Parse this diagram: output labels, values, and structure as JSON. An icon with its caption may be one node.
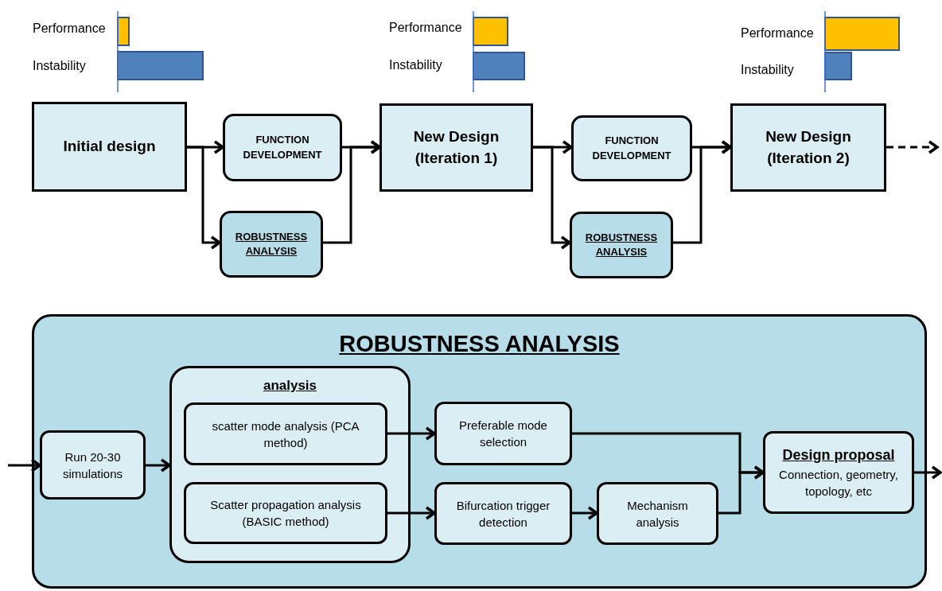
{
  "diagram": {
    "nodes": [
      {
        "text": [
          "Initial design"
        ]
      },
      {
        "text": [
          "FUNCTION DEVELOPMENT"
        ]
      },
      {
        "text": [
          "ROBUSTNESS ANALYSIS"
        ]
      },
      {
        "text": [
          "New Design (Iteration 1)"
        ]
      },
      {
        "text": [
          "FUNCTION DEVELOPMENT"
        ]
      },
      {
        "text": [
          "ROBUSTNESS ANALYSIS"
        ]
      },
      {
        "text": [
          "New Design (Iteration 2)"
        ]
      },
      {
        "text": [
          "ROBUSTNESS ANALYSIS"
        ]
      },
      {
        "text": [
          "analysis"
        ],
        "in": 7
      },
      {
        "text": [
          "scatter mode analysis (PCA method)"
        ],
        "in": 8
      },
      {
        "text": [
          "Scatter propagation analysis (BASIC method)"
        ],
        "in": 8
      },
      {
        "text": [
          "Run 20-30 simulations"
        ],
        "in": 7
      },
      {
        "text": [
          "Preferable mode selection"
        ],
        "in": 7
      },
      {
        "text": [
          "Bifurcation trigger detection"
        ],
        "in": 7
      },
      {
        "text": [
          "Mechanism analysis"
        ],
        "in": 7
      },
      {
        "text": [
          "Design proposal",
          "Connection, geometry, topology, etc"
        ],
        "in": 7
      }
    ],
    "edges": [
      {
        "from": 0,
        "to": 1,
        "arrow": "to"
      },
      {
        "from": 0,
        "to": 2,
        "arrow": "to"
      },
      {
        "from": 1,
        "to": 3,
        "arrow": "to"
      },
      {
        "from": 2,
        "to": 3,
        "arrow": "to"
      },
      {
        "from": 3,
        "to": 4,
        "arrow": "to"
      },
      {
        "from": 3,
        "to": 5,
        "arrow": "to"
      },
      {
        "from": 4,
        "to": 6,
        "arrow": "to"
      },
      {
        "from": 5,
        "to": 6,
        "arrow": "to"
      },
      {
        "from": 6,
        "to": null,
        "arrow": "to",
        "style": "dashed"
      },
      {
        "from": null,
        "to": 11,
        "arrow": "to"
      },
      {
        "from": 11,
        "to": 8,
        "arrow": "to"
      },
      {
        "from": 9,
        "to": 12,
        "arrow": "to"
      },
      {
        "from": 10,
        "to": 13,
        "arrow": "to"
      },
      {
        "from": 13,
        "to": 14,
        "arrow": "to"
      },
      {
        "from": 12,
        "to": 15,
        "arrow": "to"
      },
      {
        "from": 14,
        "to": 15,
        "arrow": "to"
      },
      {
        "from": 15,
        "to": null,
        "arrow": "to"
      }
    ],
    "labels": [
      "Performance",
      "Instability",
      "Performance",
      "Instability",
      "Performance",
      "Instability"
    ]
  }
}
